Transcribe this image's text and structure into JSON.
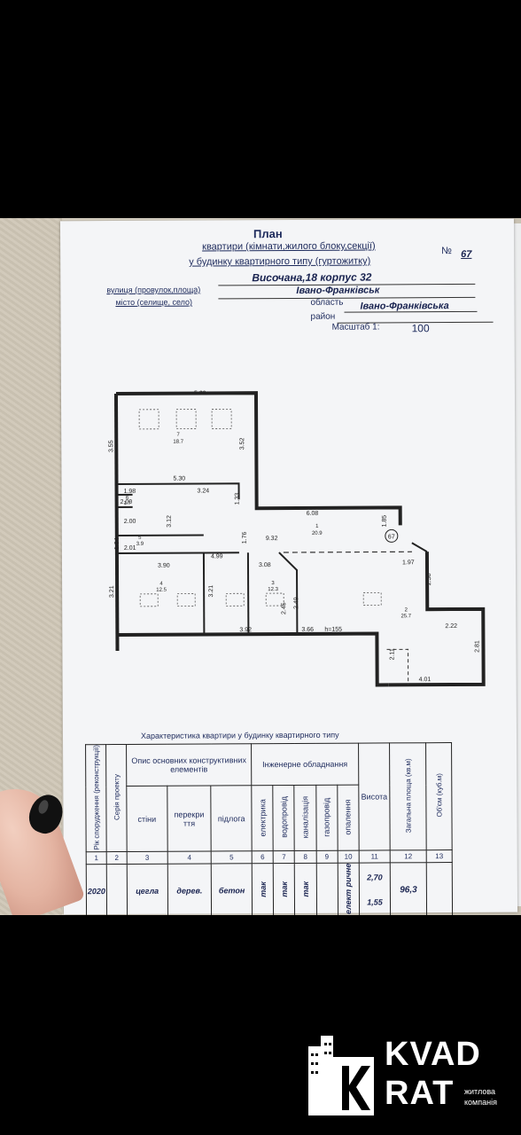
{
  "header": {
    "title": "План",
    "line1": "квартири (кімнати,жилого блоку,секції)",
    "line2": "у будинку квартирного типу (гуртожитку)",
    "number_label": "№",
    "number_value": "67",
    "street_label": "вулиця (провулок,площа)",
    "street_value": "Височана,18 корпус  32",
    "city_label": "місто (селище, село)",
    "city_value": "Івано-Франківськ",
    "region_label": "область",
    "region_value": "Івано-Франківська",
    "district_label": "район",
    "scale_label": "Масштаб 1:",
    "scale_value": "100"
  },
  "plan": {
    "dimensions": [
      "5.29",
      "3.55",
      "3.52",
      "5.30",
      "1.98",
      "3.24",
      "2.00",
      "2.00",
      "3.12",
      "1.33",
      "1.94",
      "2.01",
      "6.08",
      "1.85",
      "9.32",
      "1.76",
      "3.90",
      "4.99",
      "3.08",
      "1.97",
      "2.58",
      "3.21",
      "3.21",
      "2.45",
      "2.49",
      "3.92",
      "3.66",
      "h=155",
      "2.22",
      "2.81",
      "2.11",
      "4.01"
    ],
    "rooms": [
      {
        "no": "7",
        "area": "18.7"
      },
      {
        "no": "6",
        "area": "1.7"
      },
      {
        "no": "5",
        "area": "3.9"
      },
      {
        "no": "1",
        "area": "20.9"
      },
      {
        "no": "4",
        "area": "12.5"
      },
      {
        "no": "3",
        "area": "12.3"
      },
      {
        "no": "2",
        "area": "25.7"
      }
    ],
    "marker": "67"
  },
  "spec": {
    "caption": "Характеристика квартири у будинку квартирного типу",
    "headers": {
      "year": "Рік спорудження (реконструкції)",
      "series": "Серія проекту",
      "elements": "Опис основних конструктивних елементів",
      "walls": "стіни",
      "floors": "перекри ття",
      "flooring": "підлога",
      "engineering": "Інженерне обладнання",
      "electric": "електрика",
      "water": "водопровід",
      "sewer": "каналізація",
      "gas": "газопровід",
      "heating": "опалення",
      "height": "Висота",
      "area": "Загальна площа (кв.м)",
      "volume": "Об'єм (куб.м)"
    },
    "numbers": [
      "1",
      "2",
      "3",
      "4",
      "5",
      "6",
      "7",
      "8",
      "9",
      "10",
      "11",
      "12",
      "13"
    ],
    "values": {
      "year": "2020",
      "walls": "цегла",
      "floors": "дерев.",
      "flooring": "бетон",
      "electric": "так",
      "water": "так",
      "sewer": "так",
      "heating": "елект ричне",
      "height1": "2,70",
      "height2": "1,55",
      "area": "96,3"
    }
  },
  "logo": {
    "line1": "KVAD",
    "line2": "RAT",
    "sub1": "житлова",
    "sub2": "компанія"
  }
}
